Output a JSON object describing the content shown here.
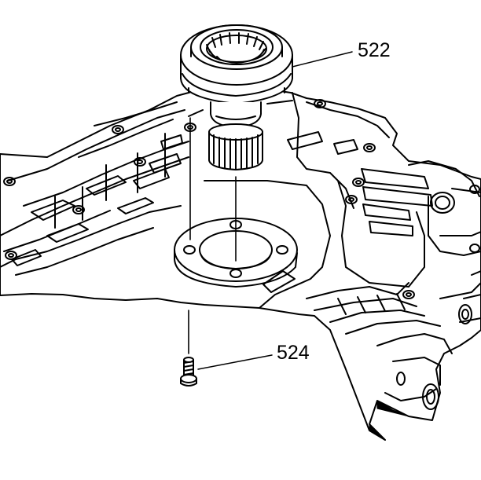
{
  "diagram": {
    "callouts": [
      {
        "id": "522",
        "label": "522"
      },
      {
        "id": "524",
        "label": "524"
      }
    ],
    "colors": {
      "line": "#000000",
      "background": "#ffffff"
    }
  }
}
